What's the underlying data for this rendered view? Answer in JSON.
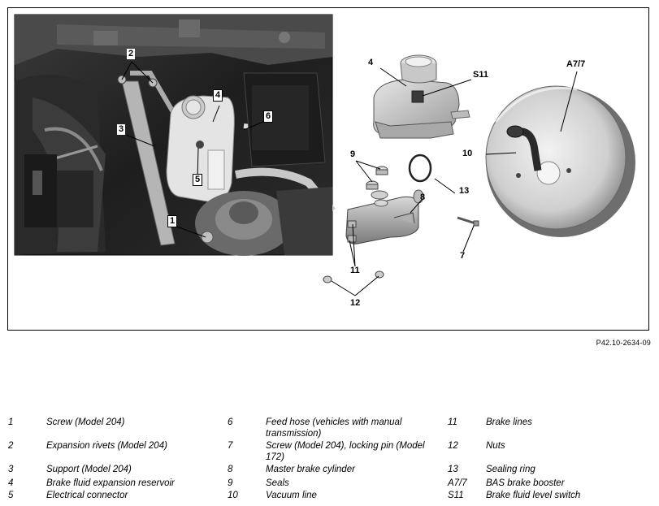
{
  "figure": {
    "reference": "P42.10-2634-09",
    "callouts": {
      "c1": "1",
      "c2": "2",
      "c3": "3",
      "c4a": "4",
      "c5": "5",
      "c6": "6",
      "c4b": "4",
      "cS11": "S11",
      "cA77": "A7/7",
      "c10": "10",
      "c9": "9",
      "c13": "13",
      "c8": "8",
      "c7": "7",
      "c11": "11",
      "c12": "12"
    }
  },
  "legend": [
    {
      "num": "1",
      "text": "Screw (Model 204)"
    },
    {
      "num": "2",
      "text": "Expansion rivets (Model 204)"
    },
    {
      "num": "3",
      "text": "Support (Model 204)"
    },
    {
      "num": "4",
      "text": "Brake fluid expansion reservoir"
    },
    {
      "num": "5",
      "text": "Electrical connector"
    },
    {
      "num": "6",
      "text": "Feed hose (vehicles with manual transmission)"
    },
    {
      "num": "7",
      "text": "Screw (Model 204), locking pin (Model 172)"
    },
    {
      "num": "8",
      "text": "Master brake cylinder"
    },
    {
      "num": "9",
      "text": "Seals"
    },
    {
      "num": "10",
      "text": "Vacuum line"
    },
    {
      "num": "11",
      "text": "Brake lines"
    },
    {
      "num": "12",
      "text": "Nuts"
    },
    {
      "num": "13",
      "text": "Sealing ring"
    },
    {
      "num": "A7/7",
      "text": "BAS brake booster"
    },
    {
      "num": "S11",
      "text": "Brake fluid level switch"
    }
  ]
}
